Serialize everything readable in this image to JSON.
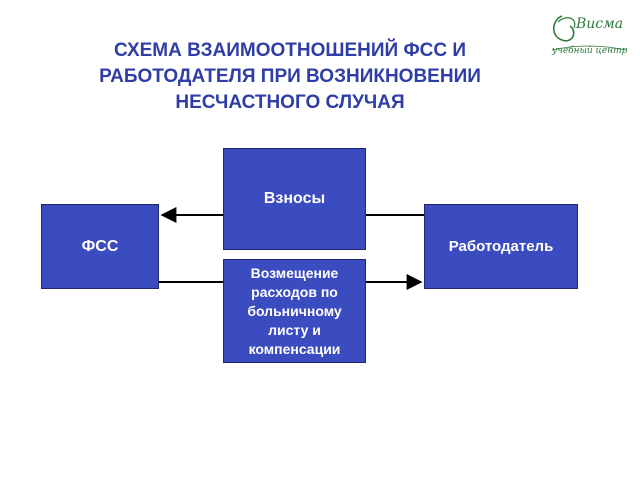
{
  "title": "СХЕМА ВЗАИМООТНОШЕНИЙ ФСС И РАБОТОДАТЕЛЯ   ПРИ ВОЗНИКНОВЕНИИ НЕСЧАСТНОГО СЛУЧАЯ",
  "logo": {
    "name": "Висма",
    "subtitle": "учебный центр",
    "color": "#2f7a3e"
  },
  "colors": {
    "title": "#2f3ea6",
    "box_fill": "#3b4cc0",
    "arrow": "#000000"
  },
  "nodes": {
    "fss": "ФСС",
    "employer": "Работодатель",
    "contributions": "Взносы",
    "compensation": "Возмещение расходов по больничному листу и компенсации"
  },
  "edges": [
    {
      "from": "employer",
      "to": "fss",
      "label_node": "contributions"
    },
    {
      "from": "fss",
      "to": "employer",
      "label_node": "compensation"
    }
  ]
}
